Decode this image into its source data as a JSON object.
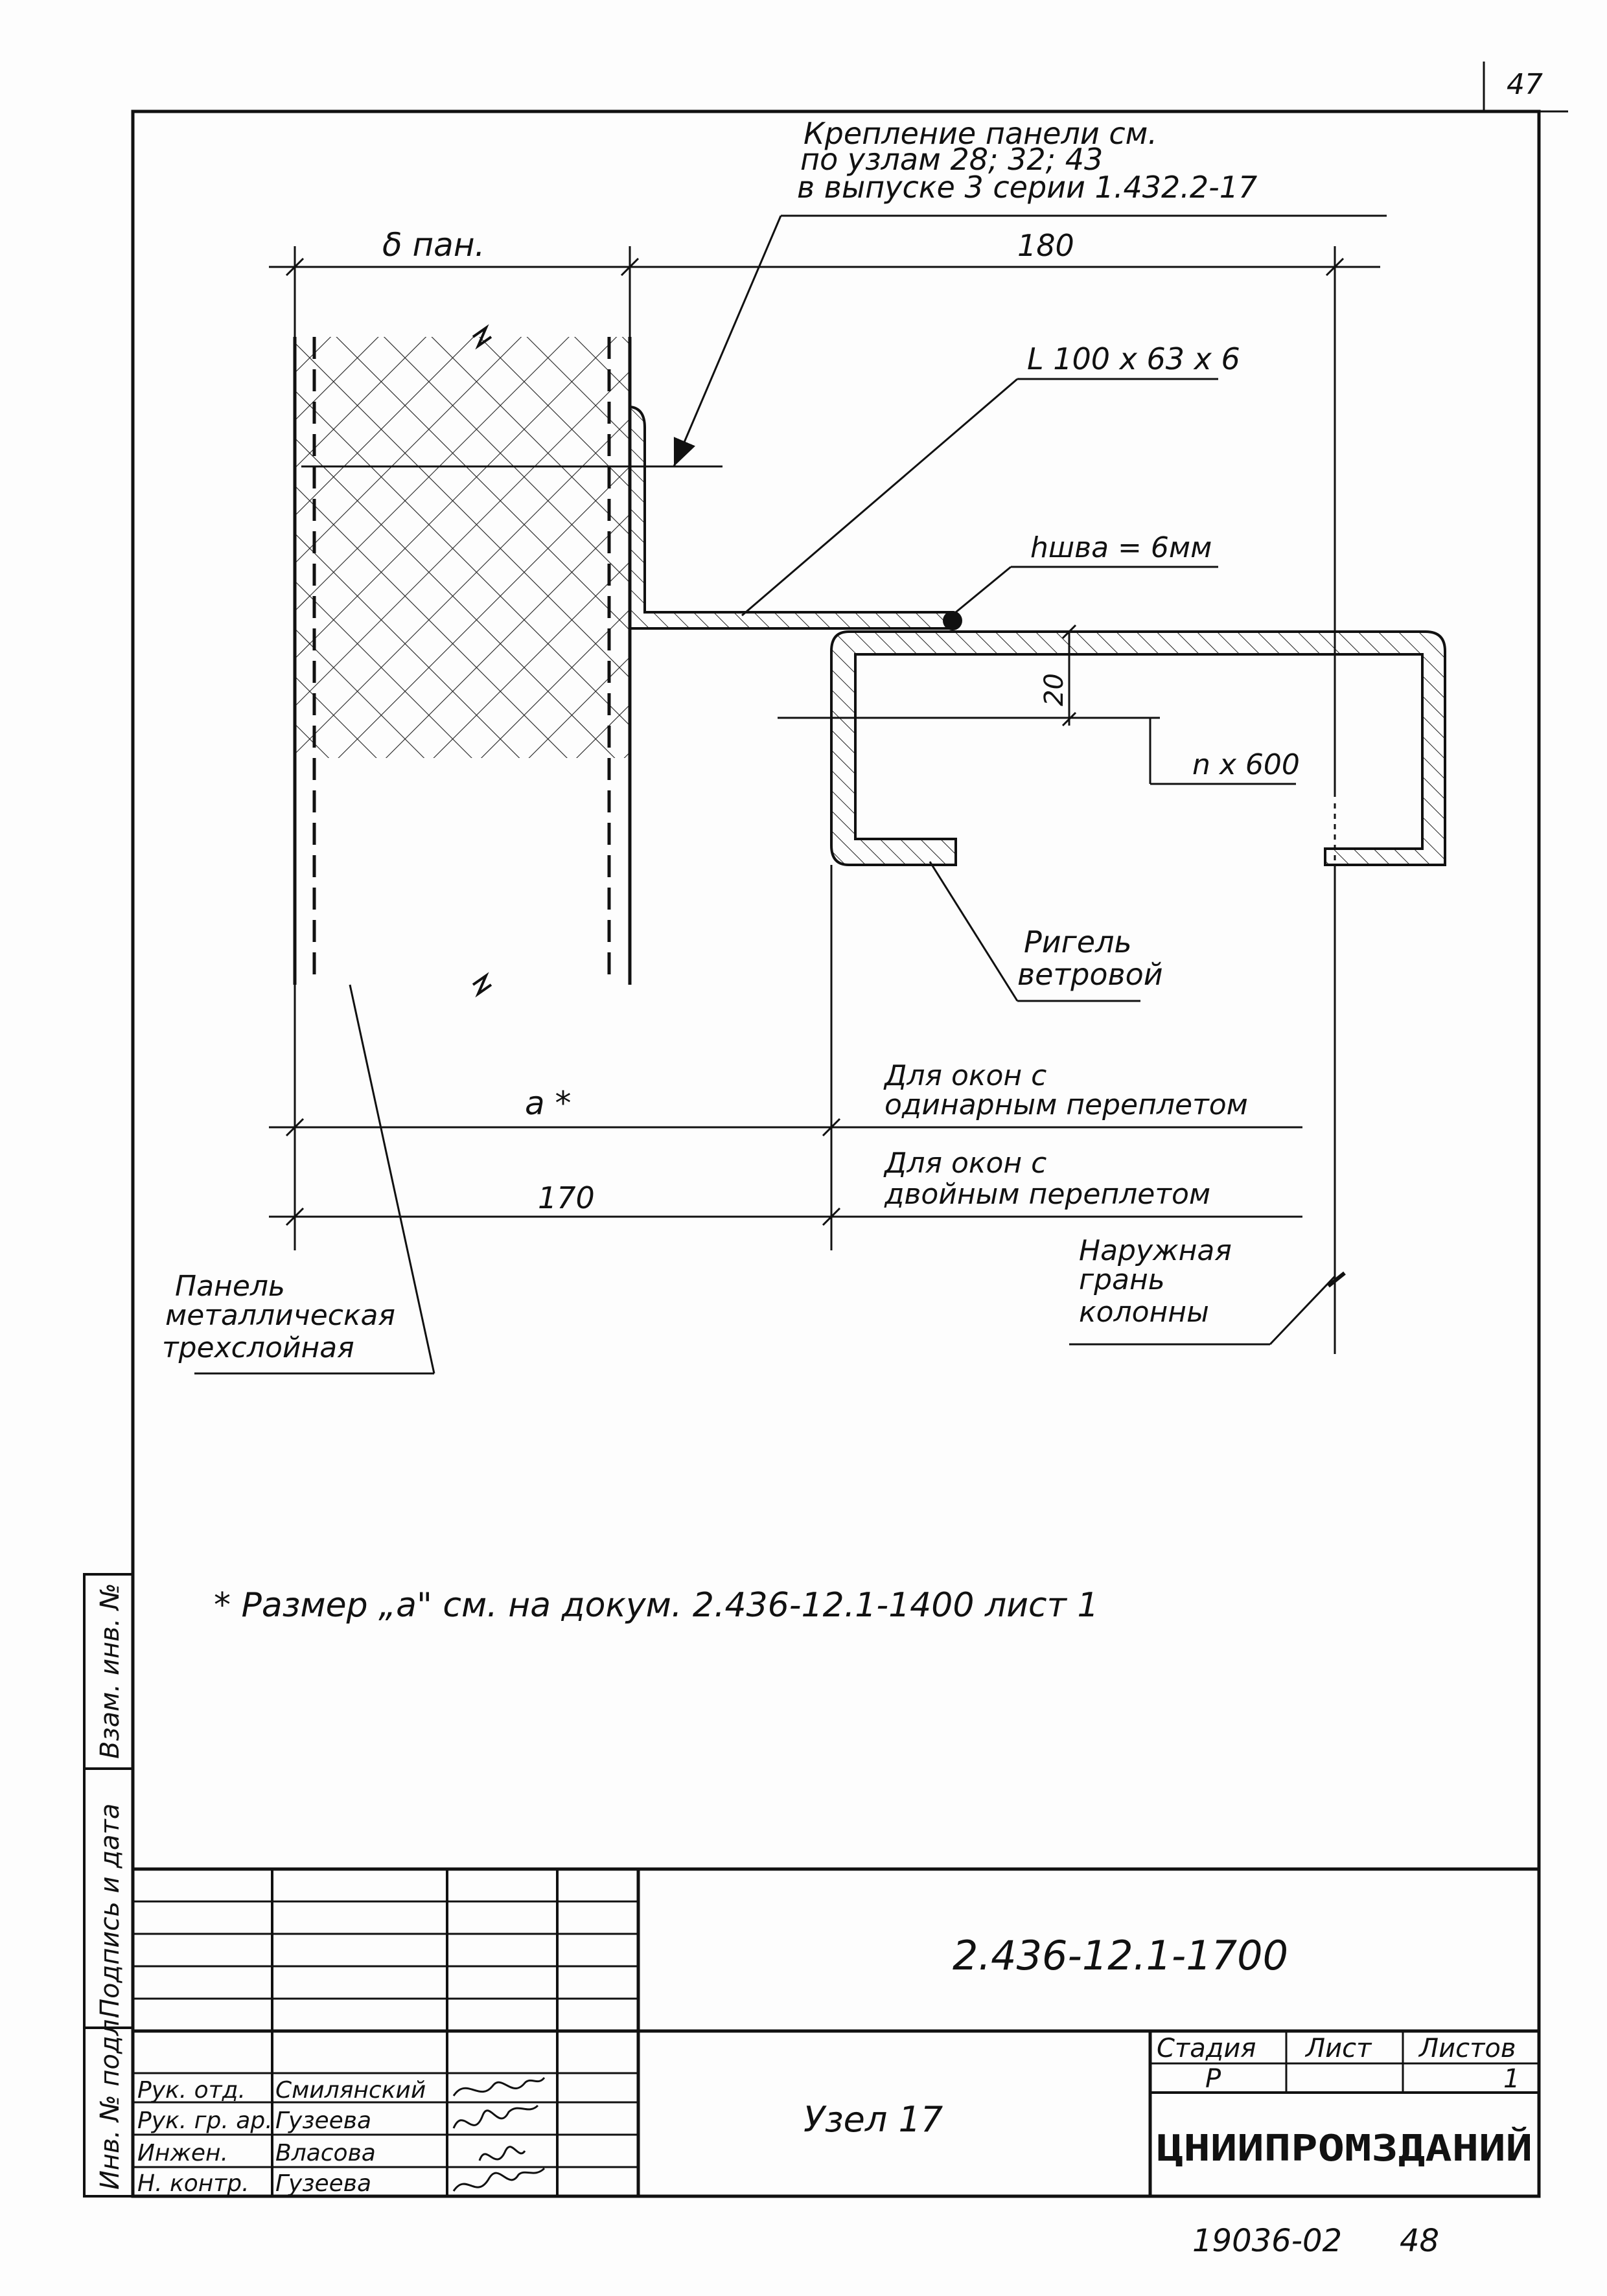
{
  "page": {
    "sheet_number": "47",
    "bottom_code": "19036-02",
    "bottom_page": "48"
  },
  "drawing": {
    "note_mount_1": "Крепление панели см.",
    "note_mount_2": "по узлам 28; 32; 43",
    "note_mount_3": "в выпуске 3 серии 1.432.2-17",
    "dim_panel_thickness": "δ пан.",
    "dim_180": "180",
    "angle_label": "L 100 х 63 х 6",
    "weld_label": "hшва = 6мм",
    "dim_20": "20",
    "pitch_label": "n х 600",
    "girt_1": "Ригель",
    "girt_2": "ветровой",
    "dim_a": "a *",
    "single_1": "Для окон с",
    "single_2": "одинарным переплетом",
    "dim_170": "170",
    "double_1": "Для окон с",
    "double_2": "двойным переплетом",
    "column_1": "Наружная",
    "column_2": "грань",
    "column_3": "колонны",
    "panel_1": "Панель",
    "panel_2": "металлическая",
    "panel_3": "трехслойная",
    "footnote": "* Размер „a\" см. на докум. 2.436-12.1-1400 лист 1"
  },
  "side_stamp": {
    "inv_replaced": "Взам. инв. №",
    "sign_date": "Подпись и дата",
    "inv_orig": "Инв. № подл."
  },
  "title_block": {
    "doc_code": "2.436-12.1-1700",
    "title": "Узел 17",
    "stage_header": "Стадия",
    "sheet_header": "Лист",
    "sheets_header": "Листов",
    "stage_value": "Р",
    "sheet_value": "",
    "sheets_value": "1",
    "organization": "ЦНИИПРОМЗДАНИЙ",
    "signers": [
      {
        "role": "Рук. отд.",
        "name": "Смилянский"
      },
      {
        "role": "Рук. гр. ар.",
        "name": "Гузеева"
      },
      {
        "role": "Инжен.",
        "name": "Власова"
      },
      {
        "role": "Н. контр.",
        "name": "Гузеева"
      }
    ]
  }
}
